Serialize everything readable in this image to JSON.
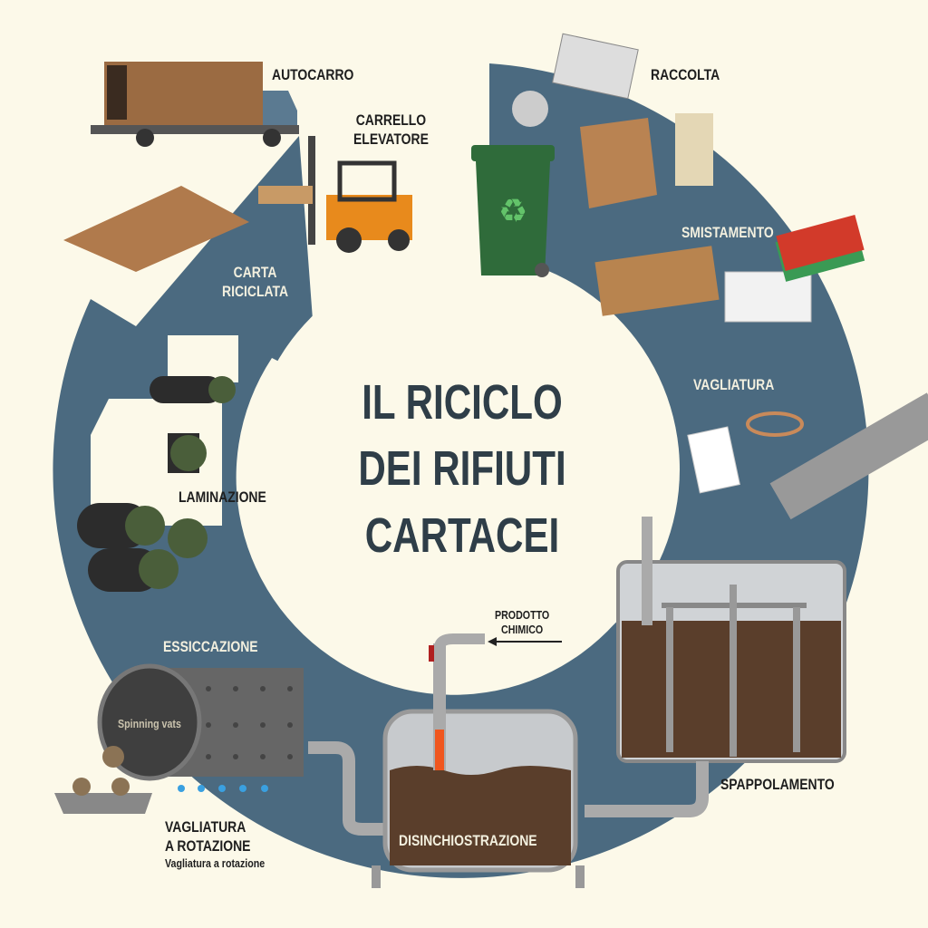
{
  "title": {
    "line1": "IL RICICLO",
    "line2": "DEI RIFIUTI",
    "line3": "CARTACEI"
  },
  "labels": {
    "autocarro": "AUTOCARRO",
    "carrello_1": "CARRELLO",
    "carrello_2": "ELEVATORE",
    "raccolta": "RACCOLTA",
    "smistamento": "SMISTAMENTO",
    "vagliatura": "VAGLIATURA",
    "spappolamento": "SPAPPOLAMENTO",
    "prodotto_1": "PRODOTTO",
    "prodotto_2": "CHIMICO",
    "disinchiostrazione": "DISINCHIOSTRAZIONE",
    "essiccazione": "ESSICCAZIONE",
    "spinning": "Spinning vats",
    "vagliatura_rot_1": "VAGLIATURA",
    "vagliatura_rot_2": "A ROTAZIONE",
    "vagliatura_rot_3": "Vagliatura a rotazione",
    "laminazione": "LAMINAZIONE",
    "carta_1": "CARTA",
    "carta_2": "RICICLATA"
  },
  "colors": {
    "background": "#fcf9e9",
    "ring": "#4b6a80",
    "bin": "#2f6b3a",
    "pulp": "#5a3e2b"
  }
}
